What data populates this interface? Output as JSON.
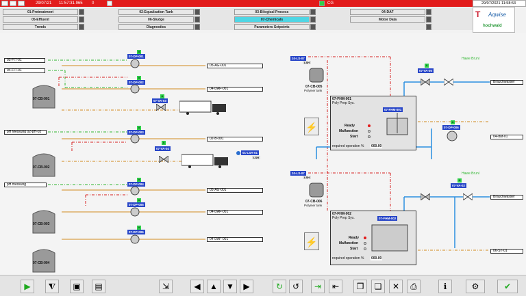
{
  "topbar": {
    "date": "29/07/21",
    "time": "11:57:31.965",
    "counter": "0",
    "cg": "CG"
  },
  "status": {
    "datetime": "29/07/2021 11:58:53"
  },
  "logo": {
    "brand": "Aqwise",
    "sub": "hochwald"
  },
  "menu": {
    "row1": [
      "01-Pretreatment",
      "02-Equalization Tank",
      "03-Bilogical Process",
      "04-DAF"
    ],
    "row2": [
      "05-Effluent",
      "06-Sludge",
      "07-Chemicals",
      "Motor Data"
    ],
    "row3": [
      "Trends",
      "Diagnostics",
      "Parameters Setpoints"
    ]
  },
  "left": {
    "inputs": [
      "05-FIT-01",
      "04-FIT-01",
      "pH Messung 02-pH-02",
      "pH messung"
    ],
    "tanks": [
      "07-CB-001",
      "07-CB-002",
      "07-CB-003",
      "07-CB-004"
    ],
    "pumps": [
      "07-DP-001",
      "07-DP-002",
      "07-DP-003",
      "07-DP-004",
      "07-DP-005",
      "07-DP-006"
    ],
    "valves": [
      "07-VA-03",
      "07-VA-04"
    ],
    "outputs": [
      "05-AG-001",
      "04-DAF-001",
      "02-B-001",
      "05-AG-001",
      "04-DAF-001",
      "04-DAF-001"
    ],
    "lsa": "01-LSA-01",
    "lsa_sub": "LSH"
  },
  "right": {
    "ls1": "10-LS-07",
    "ls2": "10-LS-07",
    "ls_sub": "LSH",
    "cb1": "07-CB-005",
    "cb2": "07-CB-006",
    "tank_desc": "Polymer tank",
    "fhm1": {
      "title": "07-FHM-001",
      "sub": "Poly Prep Sys.",
      "tag": "07-FHM-001"
    },
    "fhm2": {
      "title": "07-FHM-002",
      "sub": "Poly Prep Sys.",
      "tag": "07-FHM-002"
    },
    "states": [
      "Ready",
      "Malfunction",
      "Start"
    ],
    "req": "required operation %",
    "req_val": "000.00",
    "va1": "07-VA-05",
    "va2": "07-VA-02",
    "dp": "07-DP-006",
    "brauchwasser": "Brauchwasser",
    "out1": "04-daf-01",
    "out2": "06-ST-01",
    "hw1": "Hawe Brunl",
    "hw2": "Hawe Brunl"
  }
}
